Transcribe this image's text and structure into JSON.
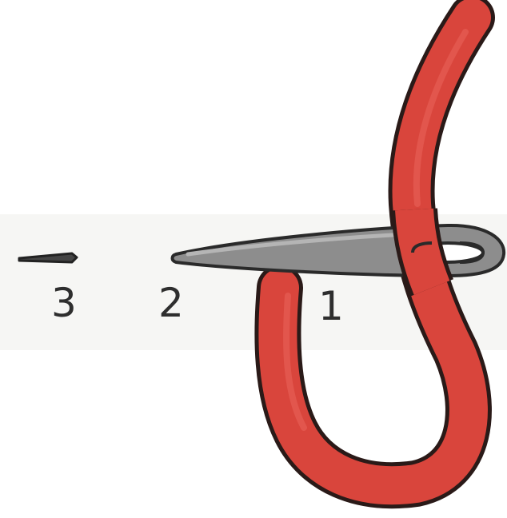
{
  "labels": {
    "point_1": "1",
    "point_2": "2",
    "point_3": "3"
  },
  "colors": {
    "thread": "#d9453c",
    "thread_outline": "#2a1a18",
    "needle": "#8d8d8d",
    "needle_outline": "#2a2a2a",
    "label": "#2e2e2e"
  }
}
